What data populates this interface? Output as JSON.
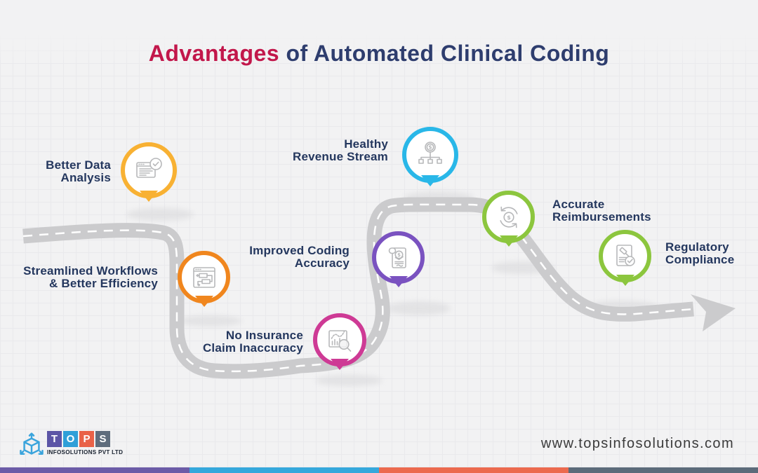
{
  "title": {
    "highlight": "Advantages",
    "rest": " of Automated Clinical Coding",
    "highlight_color": "#C2174B",
    "rest_color": "#2E3D6E"
  },
  "theme": {
    "navy": "#24375e",
    "background": "#f2f2f3",
    "grid_line": "#e9e9ec"
  },
  "road": {
    "color": "#cbcbcd",
    "dash_color": "#ffffff",
    "shadow_color": "#d9d9db"
  },
  "milestones": [
    {
      "id": "better-data-analysis",
      "line1": "Better Data",
      "line2": "Analysis",
      "color": "#F8B133",
      "icon": "report-check-icon"
    },
    {
      "id": "streamlined-workflows",
      "line1": "Streamlined Workflows",
      "line2": "& Better Efficiency",
      "color": "#F0861E",
      "icon": "workflow-icon"
    },
    {
      "id": "no-insurance-claim-inaccuracy",
      "line1": "No Insurance",
      "line2": "Claim Inaccuracy",
      "color": "#CE3A95",
      "icon": "claim-chart-magnifier-icon"
    },
    {
      "id": "improved-coding-accuracy",
      "line1": "Improved Coding",
      "line2": "Accuracy",
      "color": "#7A52C0",
      "icon": "coding-document-icon"
    },
    {
      "id": "healthy-revenue-stream",
      "line1": "Healthy",
      "line2": "Revenue Stream",
      "color": "#29B7E8",
      "icon": "revenue-network-icon"
    },
    {
      "id": "accurate-reimbursements",
      "line1": "Accurate",
      "line2": "Reimbursements",
      "color": "#8CC63E",
      "icon": "dollar-sync-icon"
    },
    {
      "id": "regulatory-compliance",
      "line1": "Regulatory",
      "line2": "Compliance",
      "color": "#8CC63E",
      "icon": "compliance-gavel-icon"
    }
  ],
  "footer": {
    "logo": {
      "letters": [
        "T",
        "O",
        "P",
        "S"
      ],
      "tile_colors": [
        "#5C55A6",
        "#2F9FD8",
        "#E96248",
        "#5F6D7D"
      ],
      "subtext": "INFOSOLUTIONS PVT LTD",
      "cube_color": "#3AA4DC"
    },
    "website": "www.topsinfosolutions.com",
    "bar_colors": [
      "#6C5CA7",
      "#35A8DC",
      "#EC6A4E",
      "#5C6B7A"
    ]
  }
}
